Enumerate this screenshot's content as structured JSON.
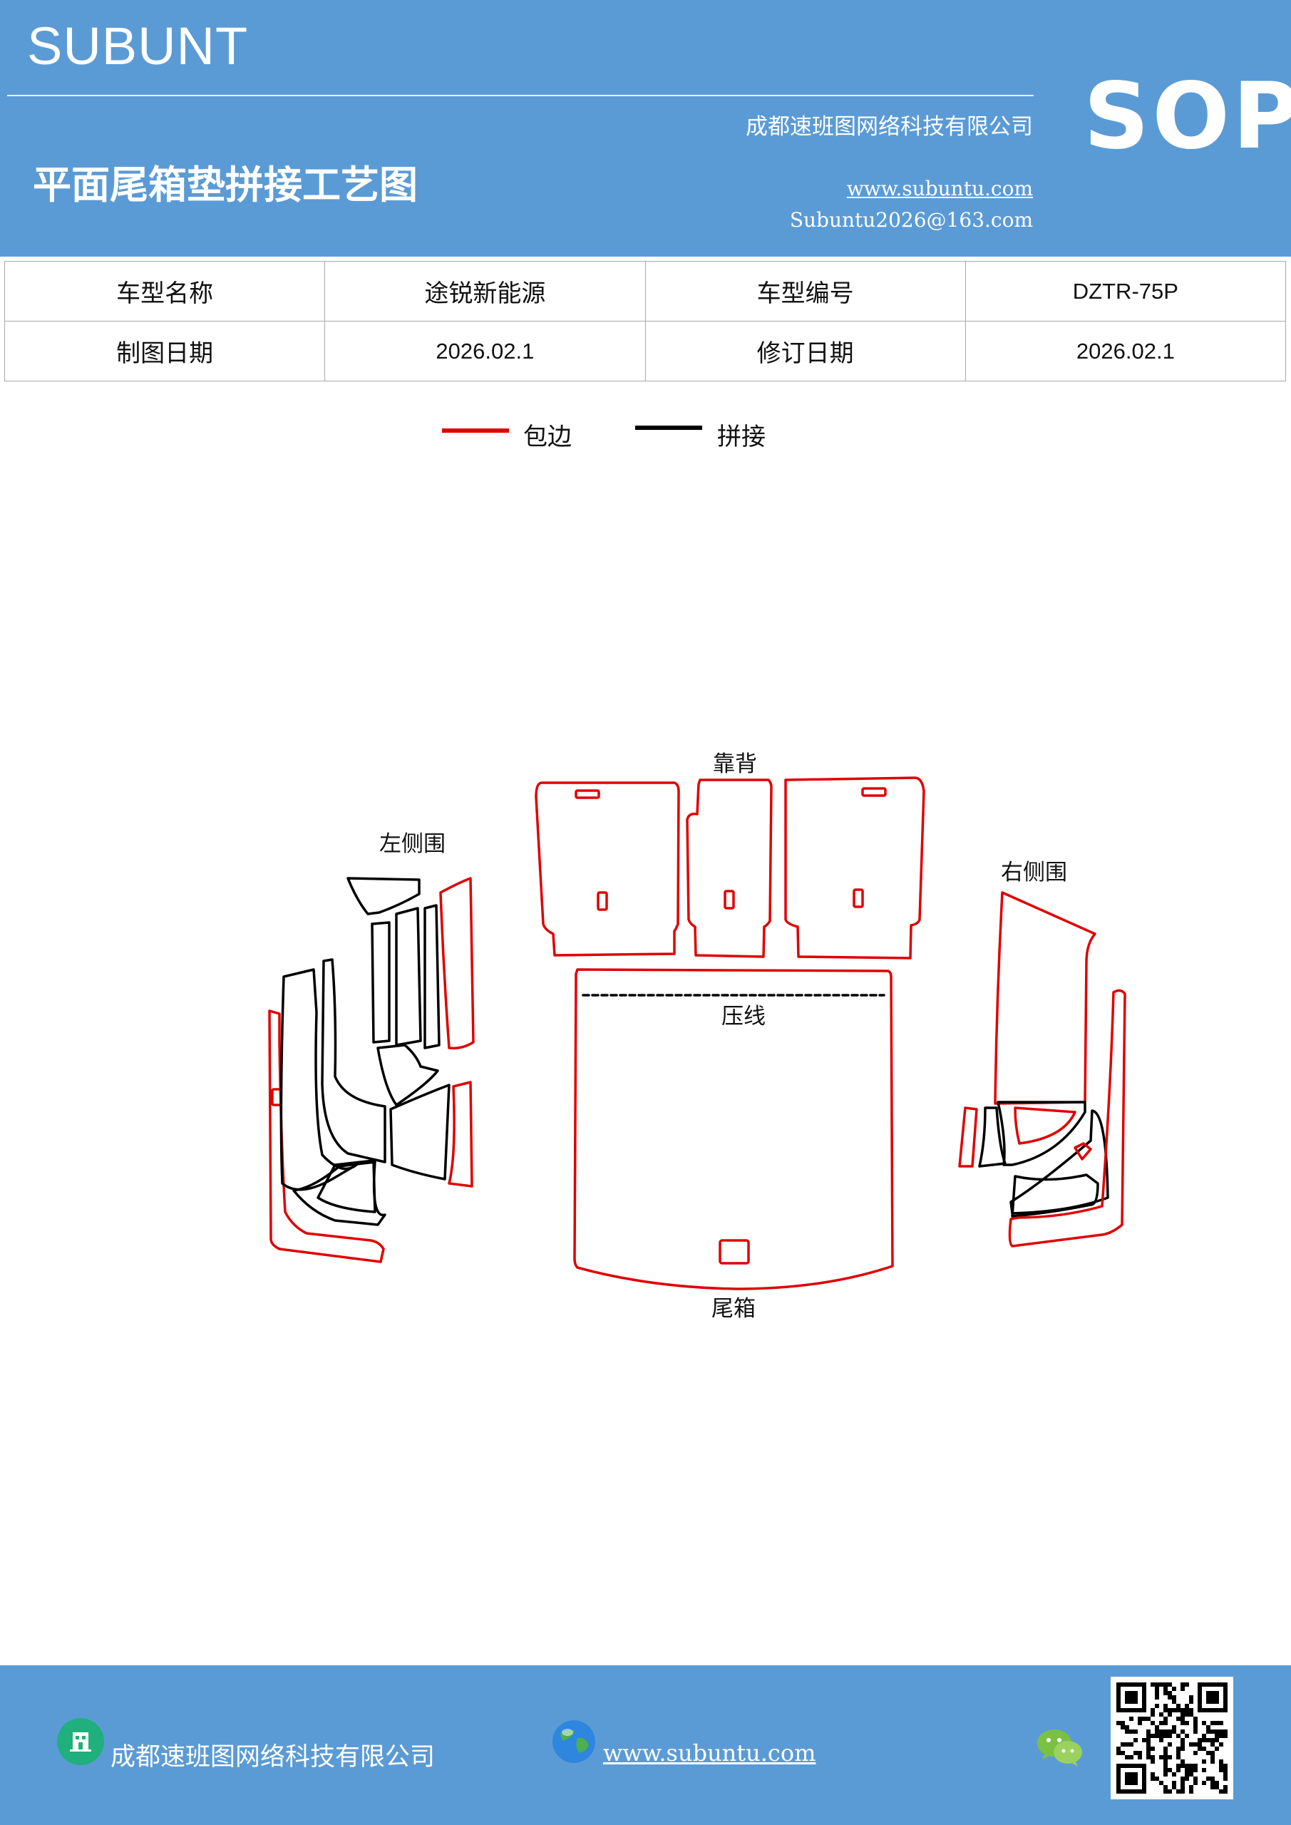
{
  "header": {
    "brand": "SUBUNT",
    "company": "成都速班图网络科技有限公司",
    "title": "平面尾箱垫拼接工艺图",
    "website": "www.subuntu.com",
    "email": "Subuntu2026@163.com",
    "badge": "SOP"
  },
  "info_table": {
    "model_name_label": "车型名称",
    "model_name_value": "途锐新能源",
    "model_code_label": "车型编号",
    "model_code_value": "DZTR-75P",
    "draw_date_label": "制图日期",
    "draw_date_value": "2026.02.1",
    "revise_date_label": "修订日期",
    "revise_date_value": "2026.02.1"
  },
  "legend": {
    "items": [
      {
        "label": "包边",
        "color": "#e00000"
      },
      {
        "label": "拼接",
        "color": "#000000"
      }
    ]
  },
  "drawing": {
    "labels": {
      "backrest": "靠背",
      "left_side": "左侧围",
      "right_side": "右侧围",
      "crease": "压线",
      "trunk": "尾箱"
    },
    "colors": {
      "edge_binding": "#e00000",
      "splice": "#000000"
    }
  },
  "footer": {
    "company": "成都速班图网络科技有限公司",
    "website": "www.subuntu.com",
    "icons": [
      "building-icon",
      "globe-icon",
      "wechat-icon",
      "qr-code"
    ]
  }
}
